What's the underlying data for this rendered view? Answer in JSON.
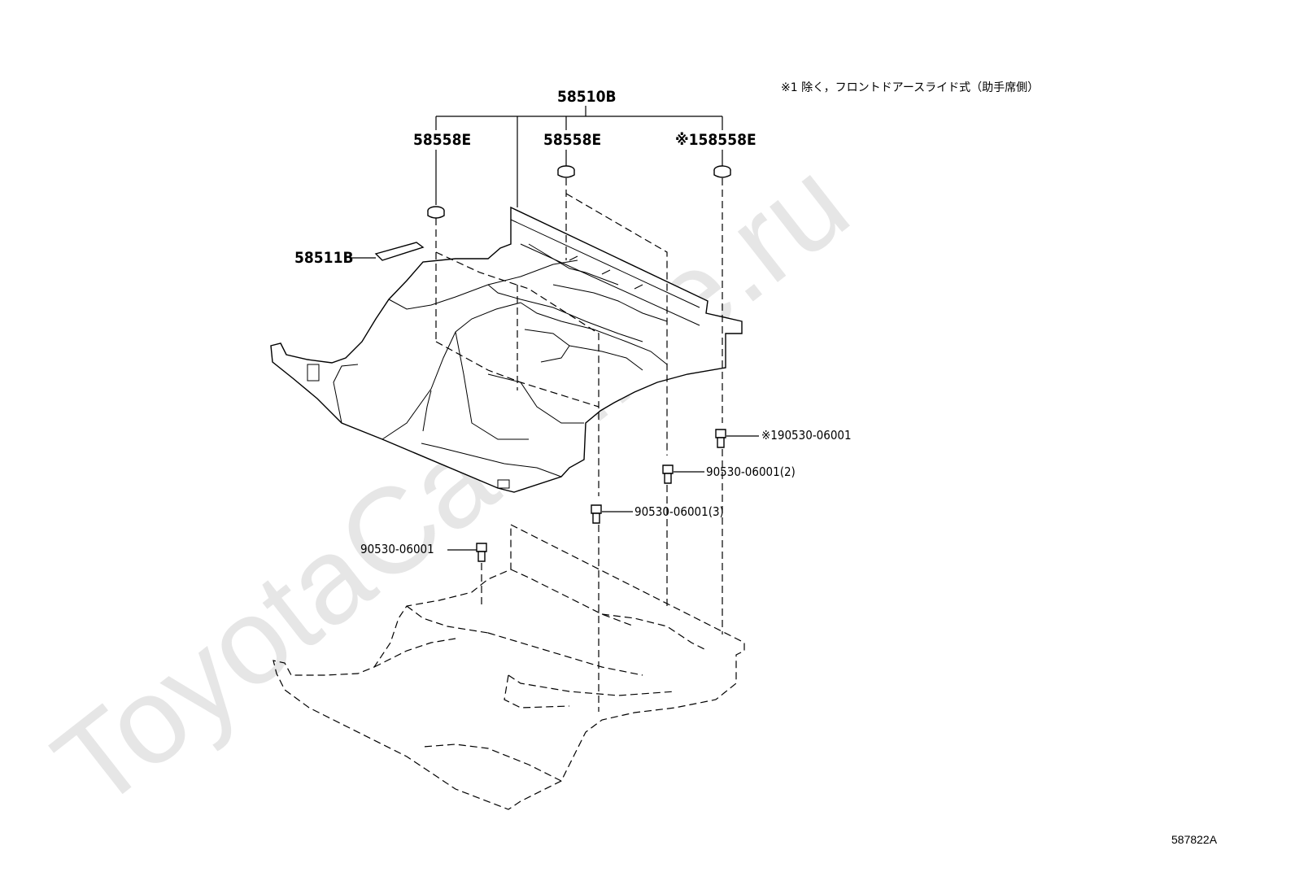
{
  "watermark": "ToyotaCarMine.ru",
  "note": "※1 除く，フロントドアースライド式（助手席側）",
  "diagram_code": "587822A",
  "labels": {
    "assembly": "58510B",
    "plug_left": "58558E",
    "plug_mid": "58558E",
    "plug_right": "※158558E",
    "pad": "58511B",
    "clip_note1": "※190530-06001",
    "clip_2": "90530-06001(2)",
    "clip_3": "90530-06001(3)",
    "clip_single": "90530-06001"
  }
}
